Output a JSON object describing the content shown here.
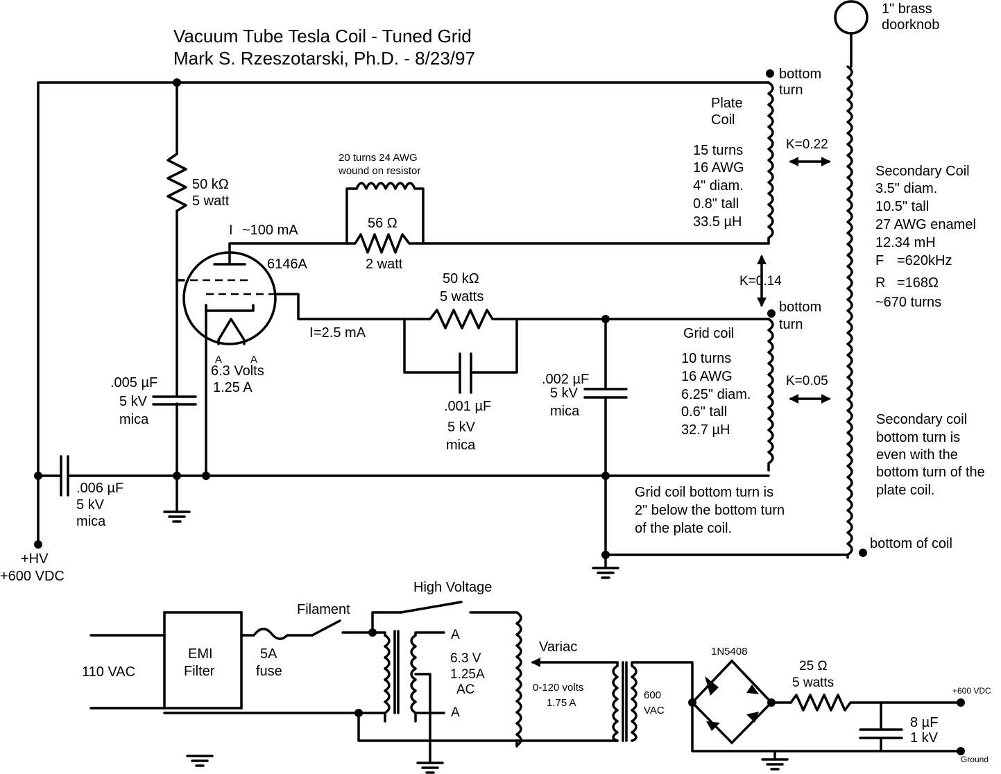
{
  "title": {
    "line1": "Vacuum Tube Tesla Coil - Tuned Grid",
    "line2": "Mark S. Rzeszotarski, Ph.D. - 8/23/97"
  },
  "doorknob": {
    "line1": "1\" brass",
    "line2": "doorknob"
  },
  "plate_coil": {
    "title1": "Plate",
    "title2": "Coil",
    "specs": [
      "15 turns",
      "16 AWG",
      "4\" diam.",
      "0.8\" tall",
      "33.5 µH"
    ],
    "bottom_turn1": "bottom",
    "bottom_turn2": "turn"
  },
  "grid_coil": {
    "title": "Grid coil",
    "specs": [
      "10 turns",
      "16 AWG",
      "6.25\" diam.",
      "0.6\" tall",
      "32.7 µH"
    ],
    "bottom_turn1": "bottom",
    "bottom_turn2": "turn",
    "note": [
      "Grid  coil bottom turn is",
      "2\" below the bottom turn",
      "of the plate coil."
    ]
  },
  "secondary_coil": {
    "specs": [
      "Secondary Coil",
      "3.5\" diam.",
      "10.5\" tall",
      "27 AWG enamel",
      "12.34 mH",
      "F",
      "=620kHz",
      "R",
      "=168Ω",
      "~670 turns"
    ],
    "note": [
      "Secondary coil",
      "bottom turn is",
      "even with the",
      "bottom turn of the",
      "plate coil."
    ],
    "bottom_label": "bottom of coil"
  },
  "coupling": {
    "k1": "K=0.22",
    "k2": "K=0.14",
    "k3": "K=0.05"
  },
  "components": {
    "r_plate": [
      "50 kΩ",
      "5 watt"
    ],
    "choke": [
      "20 turns 24 AWG",
      "wound on resistor"
    ],
    "r56": [
      "56 Ω",
      "2 watt"
    ],
    "tube": "6146A",
    "ip": "I",
    "ip_value": "~100 mA",
    "ig": "I",
    "ig_value": "=2.5 mA",
    "filament": [
      "A",
      "A",
      "6.3 Volts",
      "1.25 A"
    ],
    "c005": [
      ".005 µF",
      "5 kV",
      "mica"
    ],
    "r_grid": [
      "50 kΩ",
      "5 watts"
    ],
    "c001": [
      ".001 µF",
      "5 kV",
      "mica"
    ],
    "c002": [
      ".002 µF",
      "5 kV",
      "mica"
    ],
    "c006": [
      ".006 µF",
      "5 kV",
      "mica"
    ],
    "hv": [
      "+HV",
      "+600 VDC"
    ]
  },
  "power_supply": {
    "ac_in": "110 VAC",
    "emi": [
      "EMI",
      "Filter"
    ],
    "fuse": [
      "5A",
      "fuse"
    ],
    "filament_sw": "Filament",
    "hv_sw": "High Voltage",
    "fil_xfmr": [
      "A",
      "6.3 V",
      "1.25A",
      "AC",
      "A"
    ],
    "variac": "Variac",
    "variac_rating": [
      "0-120 volts",
      "1.75 A"
    ],
    "hv_xfmr": [
      "600",
      "VAC"
    ],
    "diode": "1N5408",
    "r25": [
      "25 Ω",
      "5 watts"
    ],
    "cap": [
      "8 µF",
      "1 kV"
    ],
    "out_pos": "+600 VDC",
    "out_gnd": "Ground"
  }
}
